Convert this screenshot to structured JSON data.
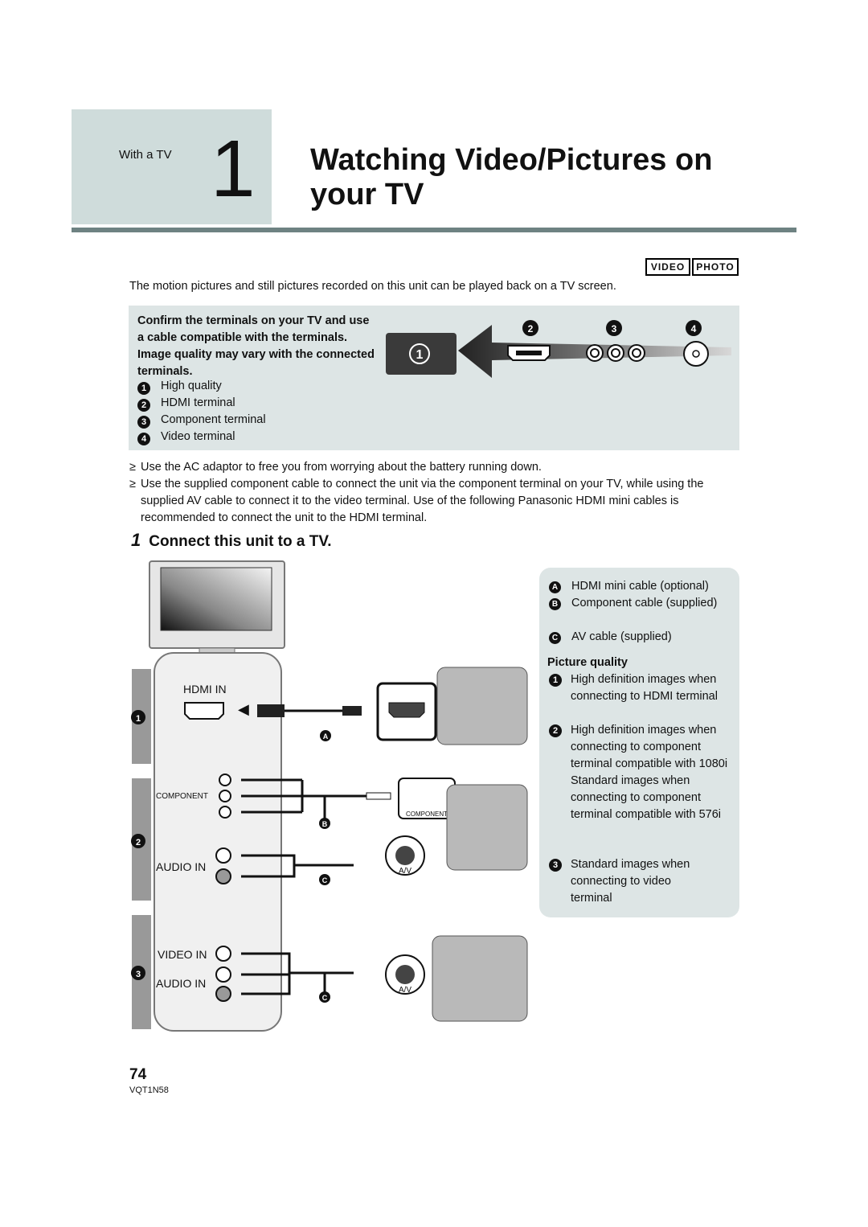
{
  "header": {
    "section_label": "With a TV",
    "chapter_number": "1",
    "title_line1": "Watching Video/Pictures on",
    "title_line2": "your TV"
  },
  "badges": [
    "VIDEO",
    "PHOTO"
  ],
  "intro": "The motion pictures and still pictures recorded on this unit can be played back on a TV screen.",
  "confirm": {
    "text": "Confirm the terminals on your TV and use a cable compatible with the terminals. Image quality may vary with the connected terminals.",
    "legend": [
      {
        "num": "1",
        "label": "High quality"
      },
      {
        "num": "2",
        "label": "HDMI terminal"
      },
      {
        "num": "3",
        "label": "Component terminal"
      },
      {
        "num": "4",
        "label": "Video terminal"
      }
    ]
  },
  "bullets": [
    "Use the AC adaptor to free you from worrying about the battery running down.",
    "Use the supplied component cable to connect the unit via the component terminal on your TV, while using the supplied AV cable to connect it to the video terminal. Use of the following Panasonic HDMI mini cables is recommended to connect the unit to the HDMI terminal."
  ],
  "bullet_mark": "≥",
  "step": {
    "number": "1",
    "text": "Connect this unit to a TV."
  },
  "cables": [
    {
      "letter": "A",
      "label": "HDMI mini cable (optional)"
    },
    {
      "letter": "B",
      "label": "Component cable (supplied)"
    },
    {
      "letter": "C",
      "label": "AV cable (supplied)"
    }
  ],
  "picture_quality": {
    "heading": "Picture quality",
    "items": [
      {
        "num": "1",
        "text": "High definition images when connecting to HDMI terminal"
      },
      {
        "num": "2",
        "text": "High definition images when connecting to component terminal compatible with 1080i Standard images when connecting to component terminal compatible with 576i"
      },
      {
        "num": "3",
        "text": "Standard images when connecting to video terminal"
      }
    ]
  },
  "diagram_labels": {
    "hdmi_in": "HDMI IN",
    "component": "COMPONENT",
    "audio_in": "AUDIO IN",
    "video_in": "VIDEO IN",
    "component_port": "COMPONENT",
    "av_port": "A/V"
  },
  "footer": {
    "page_number": "74",
    "doc_code": "VQT1N58"
  }
}
